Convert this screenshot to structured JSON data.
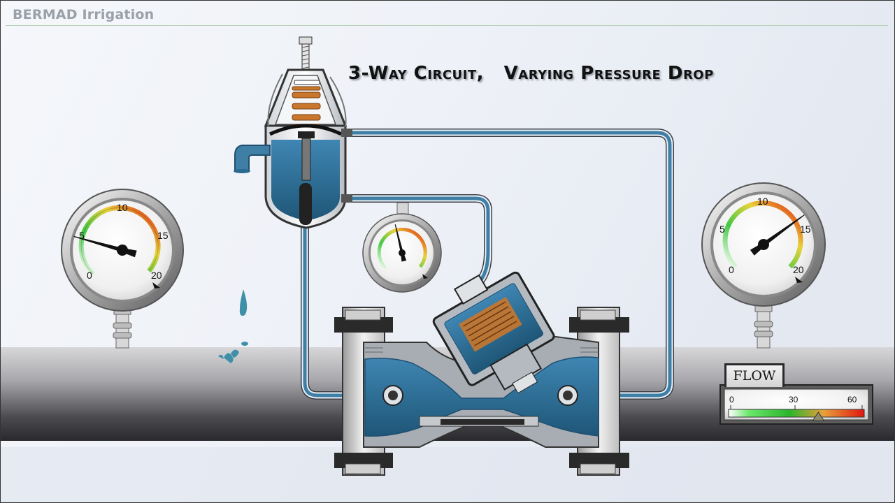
{
  "brand": {
    "name": "BERMAD Irrigation"
  },
  "title": {
    "text": "3-Way Circuit,   Varying Pressure Drop"
  },
  "gauges": {
    "left": {
      "labels": [
        "0",
        "5",
        "10",
        "15",
        "20"
      ],
      "needle_value": 4.5
    },
    "middle": {
      "labels": [],
      "needle_value": 9
    },
    "right": {
      "labels": [
        "0",
        "5",
        "10",
        "15",
        "20"
      ],
      "needle_value": 14
    }
  },
  "flow_meter": {
    "label": "FLOW",
    "ticks": [
      "0",
      "30",
      "60"
    ],
    "value": 40,
    "max": 60
  },
  "colors": {
    "water": "#3f7fa6",
    "water_dark": "#1f4f70",
    "spring": "#c8772c",
    "pipe": "#4a4a4a",
    "gauge_green": "#43c943",
    "gauge_red": "#e01b0f"
  },
  "icons": [
    "water-drop-icon",
    "splash-icon"
  ]
}
